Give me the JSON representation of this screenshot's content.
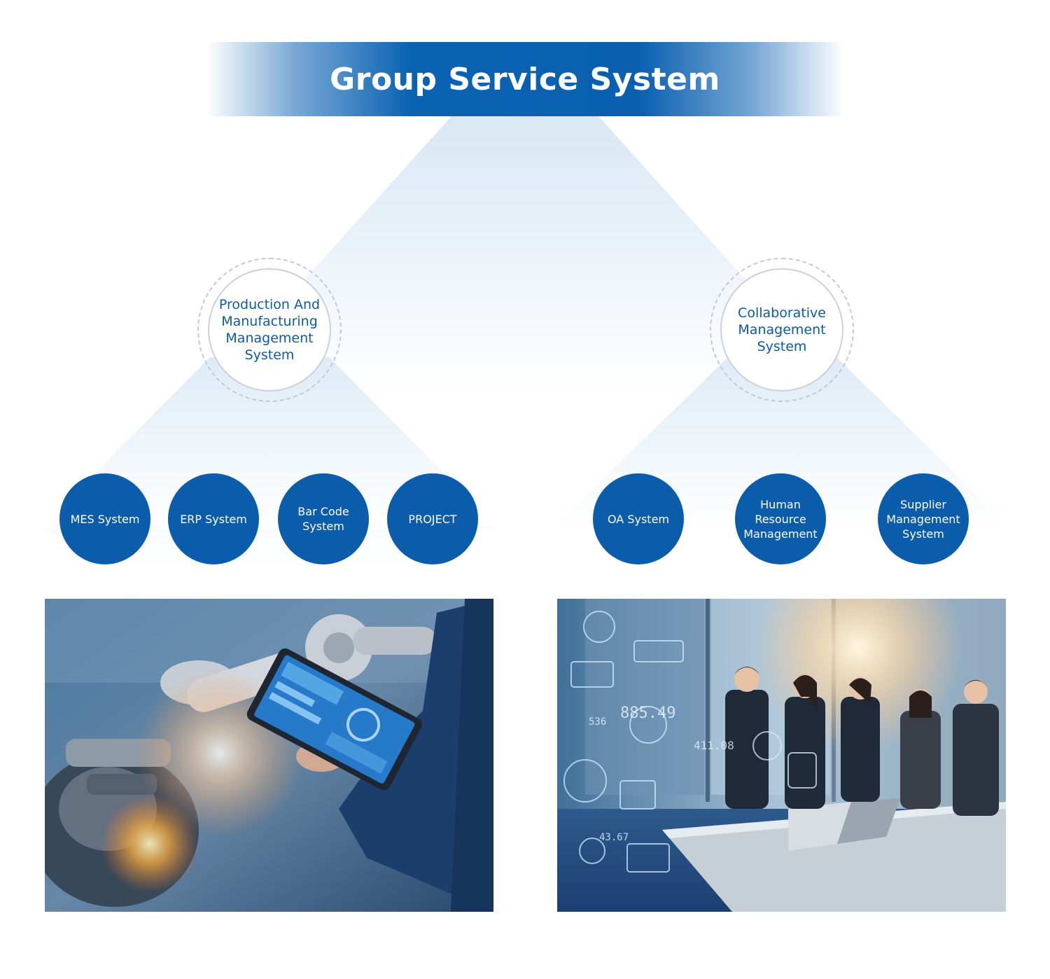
{
  "title": "Group Service System",
  "colors": {
    "primary": "#0b5cab",
    "hub_text": "#0a5aa8",
    "fan": "#dbe9f5"
  },
  "hubs": [
    {
      "label": "Production And Manufacturing Management System"
    },
    {
      "label": "Collaborative Management System"
    }
  ],
  "left_nodes": [
    {
      "label": "MES System"
    },
    {
      "label": "ERP System"
    },
    {
      "label": "Bar Code System"
    },
    {
      "label": "PROJECT"
    }
  ],
  "right_nodes": [
    {
      "label": "OA System"
    },
    {
      "label": "Human Resource Management"
    },
    {
      "label": "Supplier Management System"
    }
  ],
  "images": [
    {
      "icon": "industrial-robot-tablet-photo"
    },
    {
      "icon": "business-meeting-photo"
    }
  ]
}
